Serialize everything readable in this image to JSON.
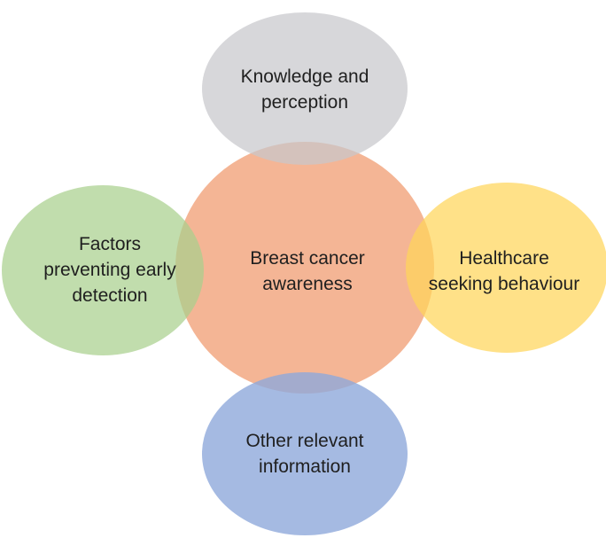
{
  "diagram": {
    "center": {
      "label": "Breast cancer\nawareness",
      "color": "#f2a882"
    },
    "satellites": [
      {
        "key": "top",
        "label": "Knowledge and\nperception",
        "color": "#c8c8cc"
      },
      {
        "key": "left",
        "label": "Factors\npreventing early\ndetection",
        "color": "#a9d08e"
      },
      {
        "key": "right",
        "label": "Healthcare\nseeking behaviour",
        "color": "#ffd65a"
      },
      {
        "key": "bottom",
        "label": "Other relevant\ninformation",
        "color": "#8ea9db"
      }
    ]
  }
}
